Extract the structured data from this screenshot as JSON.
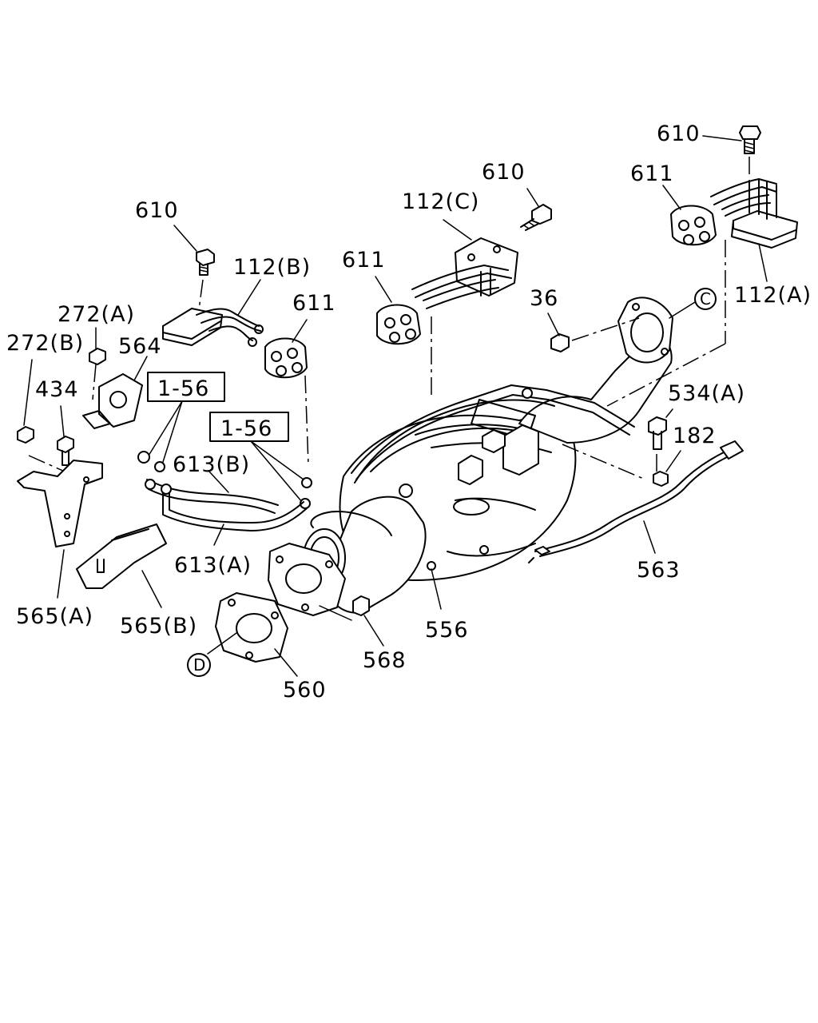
{
  "labels": {
    "p610_right": "610",
    "p611_right": "611",
    "p112A": "112(A)",
    "p610_mid": "610",
    "p112C": "112(C)",
    "p611_mid": "611",
    "p36": "36",
    "p610_left": "610",
    "p112B": "112(B)",
    "p611_left": "611",
    "p272A": "272(A)",
    "p272B": "272(B)",
    "p564": "564",
    "p434": "434",
    "ref156_a": "1-56",
    "ref156_b": "1-56",
    "p613B": "613(B)",
    "p613A": "613(A)",
    "p565A": "565(A)",
    "p565B": "565(B)",
    "p534A": "534(A)",
    "p182": "182",
    "p563": "563",
    "p556": "556",
    "p568": "568",
    "p560": "560",
    "circleC": "C",
    "circleD": "D"
  }
}
